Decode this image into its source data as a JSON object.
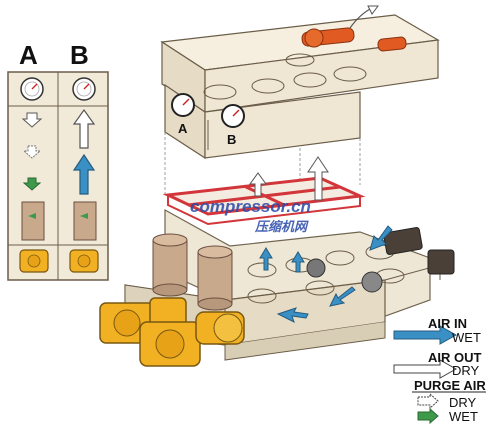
{
  "columns": {
    "a": "A",
    "b": "B"
  },
  "gauges": {
    "a": "A",
    "b": "B"
  },
  "watermark": {
    "line1": "compressor.cn",
    "line2": "压缩机网"
  },
  "legend": {
    "air_in": {
      "title": "AIR IN",
      "label": "WET"
    },
    "air_out": {
      "title": "AIR OUT",
      "label": "DRY"
    },
    "purge_air": {
      "title": "PURGE AIR",
      "dry_label": "DRY",
      "wet_label": "WET"
    }
  },
  "colors": {
    "wet_arrow": "#3a8fc4",
    "dry_arrow": "#ffffff",
    "wet_purge_arrow": "#3d9a4a",
    "housing": "#efe6d3",
    "solenoid": "#f2b123",
    "desiccant": "#c9a98c",
    "grid_red": "#d2363a",
    "muffler": "#e05a22"
  }
}
